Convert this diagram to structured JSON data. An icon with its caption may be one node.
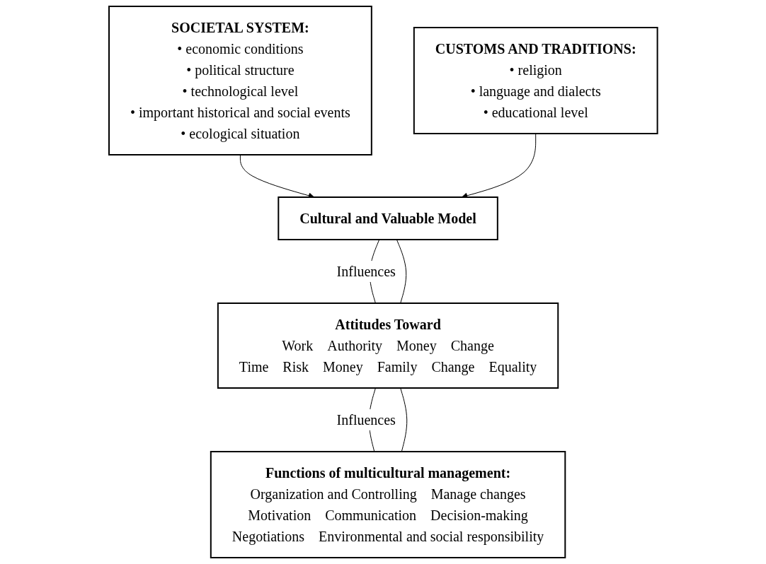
{
  "diagram": {
    "nodes": [
      {
        "text": [
          "SOCIETAL SYSTEM:",
          "• economic conditions",
          "• political structure",
          "• technological level",
          "• important historical and social events",
          "• ecological situation"
        ]
      },
      {
        "text": [
          "CUSTOMS AND TRADITIONS:",
          "• religion",
          "• language and dialects",
          "• educational level"
        ]
      },
      {
        "text": [
          "Cultural and Valuable Model"
        ]
      },
      {
        "text": [
          "Attitudes Toward",
          "Work",
          "Authority",
          "Money",
          "Change",
          "Time",
          "Risk",
          "Money",
          "Family",
          "Change",
          "Equality"
        ]
      },
      {
        "text": [
          "Functions of multicultural management:",
          "Organization and Controlling",
          "Manage changes",
          "Motivation",
          "Communication",
          "Decision-making",
          "Negotiations",
          "Environmental and social responsibility"
        ]
      }
    ],
    "edges": [
      {
        "from": 0,
        "to": 2,
        "arrow": "to"
      },
      {
        "from": 1,
        "to": 2,
        "arrow": "to"
      },
      {
        "from": 2,
        "to": 3,
        "arrow": "none",
        "label": "Influences"
      },
      {
        "from": 2,
        "to": 3,
        "arrow": "none"
      },
      {
        "from": 3,
        "to": 4,
        "arrow": "none",
        "label": "Influences"
      },
      {
        "from": 3,
        "to": 4,
        "arrow": "none"
      }
    ]
  }
}
